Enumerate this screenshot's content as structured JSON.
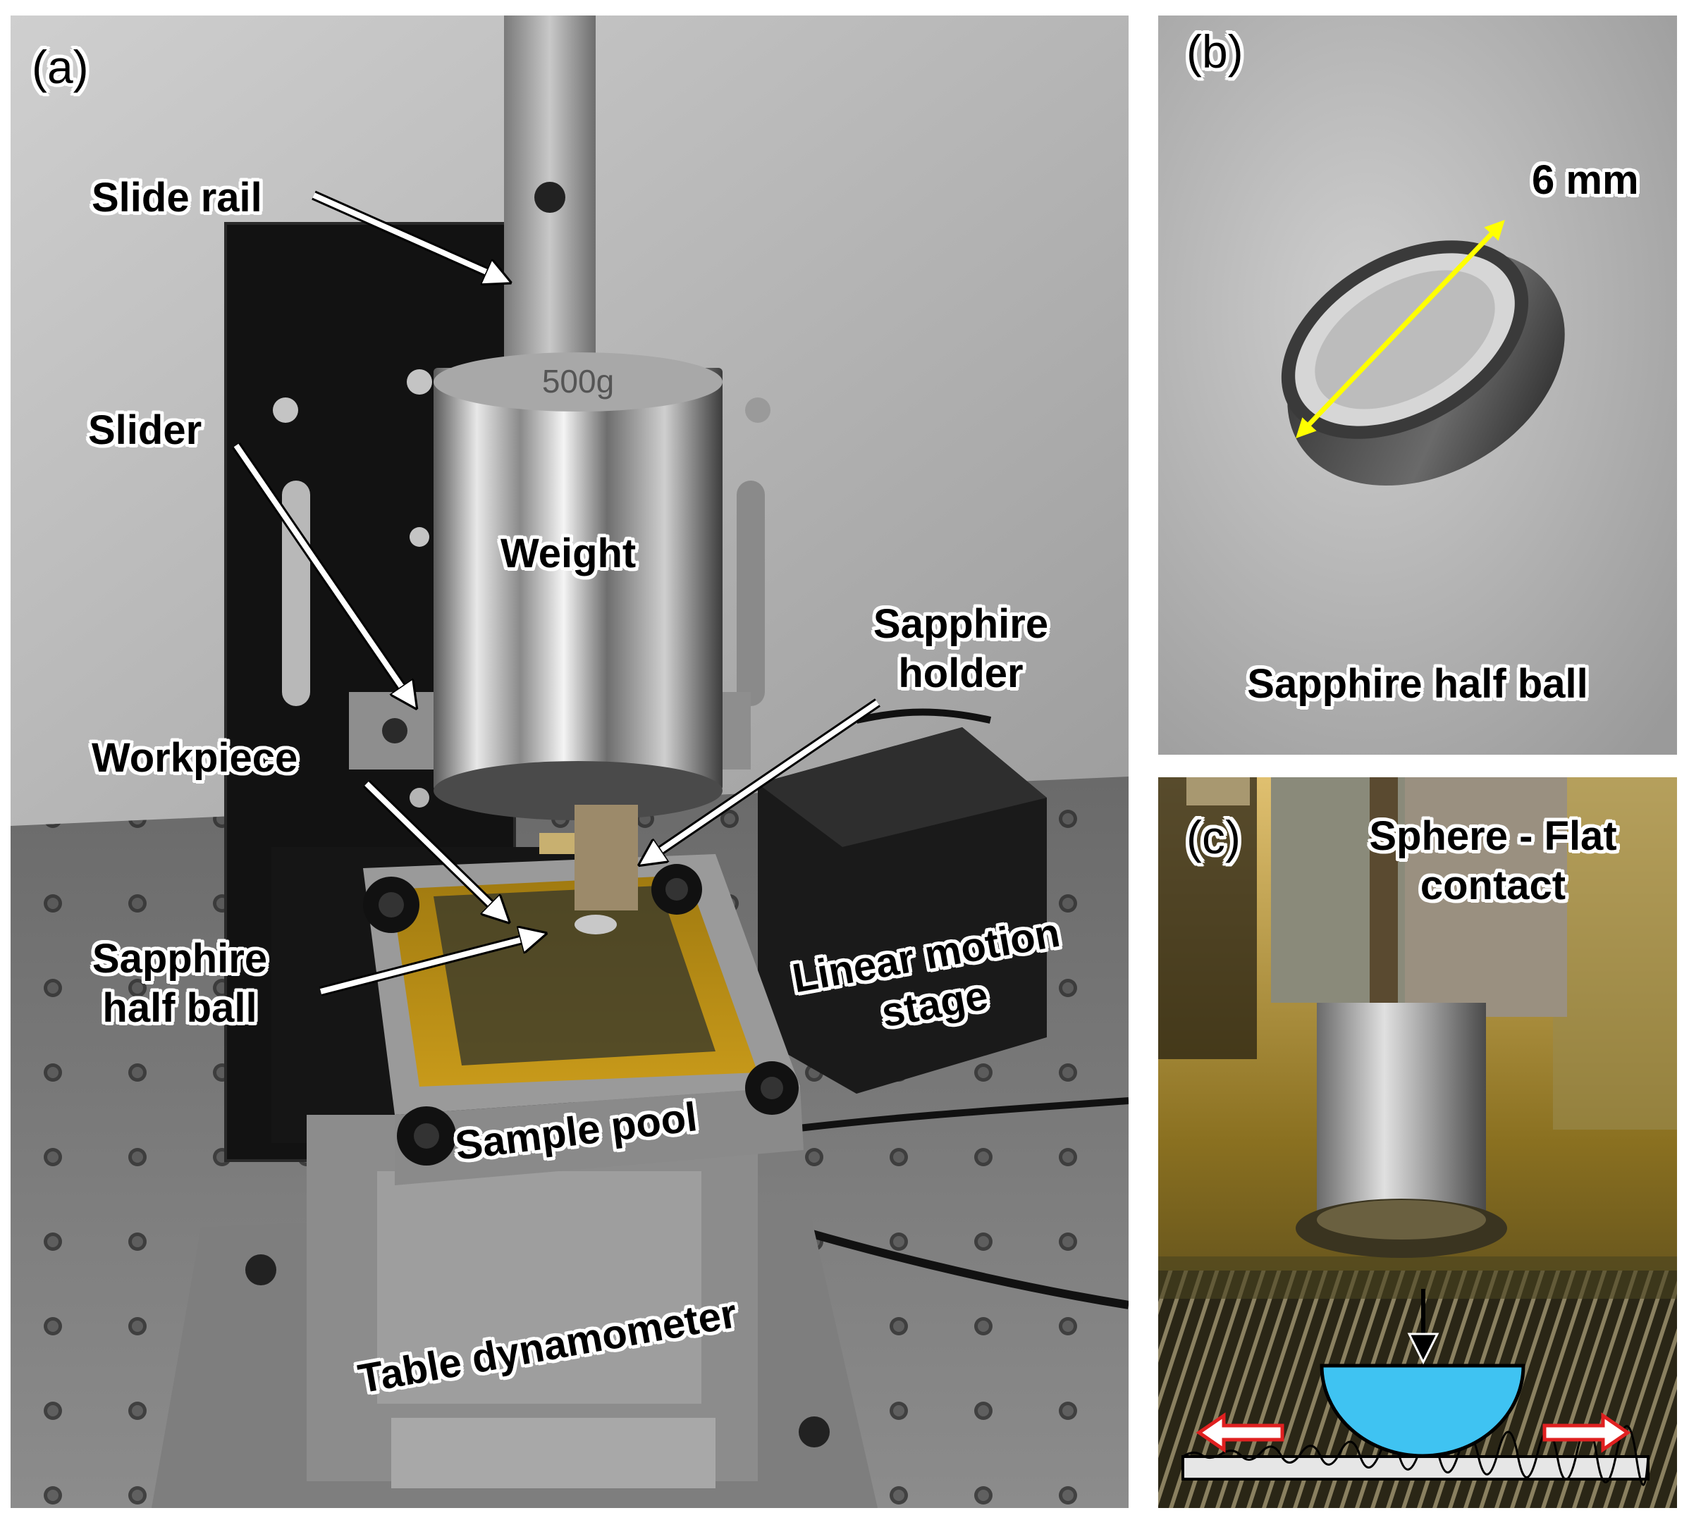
{
  "panel_a": {
    "label": "(a)",
    "callouts": {
      "slide_rail": "Slide rail",
      "slider": "Slider",
      "weight": "Weight",
      "sapphire_holder_l1": "Sapphire",
      "sapphire_holder_l2": "holder",
      "workpiece": "Workpiece",
      "sapphire_half_ball_l1": "Sapphire",
      "sapphire_half_ball_l2": "half ball",
      "linear_motion_stage_l1": "Linear motion",
      "linear_motion_stage_l2": "stage",
      "sample_pool": "Sample pool",
      "table_dynamometer": "Table dynamometer"
    },
    "weight_engraving": "500g"
  },
  "panel_b": {
    "label": "(b)",
    "dimension": "6 mm",
    "caption": "Sapphire half ball"
  },
  "panel_c": {
    "label": "(c)",
    "title_l1": "Sphere - Flat",
    "title_l2": "contact"
  },
  "colors": {
    "dimension_line": "#ffff00",
    "half_ball_fill": "#3fc3f2",
    "motion_arrow": "#e02020",
    "callout_arrow": "#ffffff"
  }
}
